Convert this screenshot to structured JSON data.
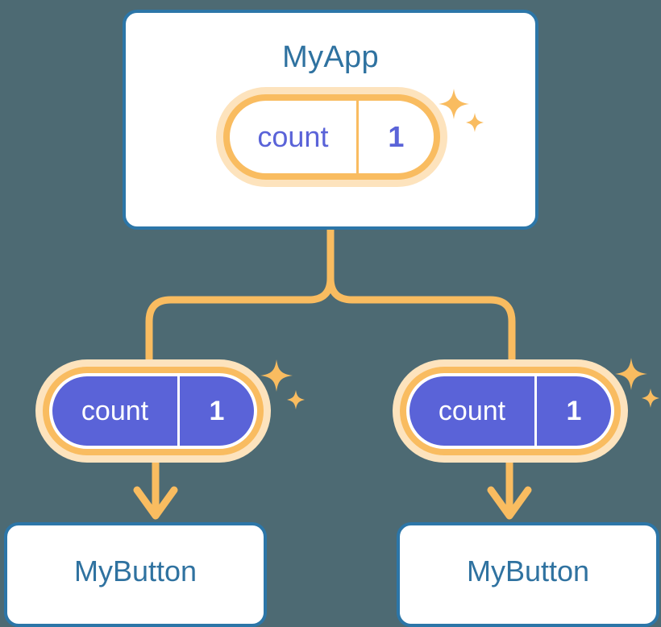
{
  "diagram": {
    "background_color": "#4d6a73",
    "accent_orange": "#f9bc60",
    "accent_orange_soft": "#fde3bd",
    "accent_blue": "#2f72a0",
    "accent_purple": "#5a63d8",
    "card_background": "#ffffff"
  },
  "app_card": {
    "title": "MyApp",
    "state_pill": {
      "key": "count",
      "value": "1",
      "style": "hollow"
    }
  },
  "branches": [
    {
      "state_pill": {
        "key": "count",
        "value": "1",
        "style": "filled"
      },
      "leaf": {
        "title": "MyButton"
      }
    },
    {
      "state_pill": {
        "key": "count",
        "value": "1",
        "style": "filled"
      },
      "leaf": {
        "title": "MyButton"
      }
    }
  ],
  "decorations": {
    "sparkle_color": "#f9bc60",
    "sparkle_groups": 3
  }
}
